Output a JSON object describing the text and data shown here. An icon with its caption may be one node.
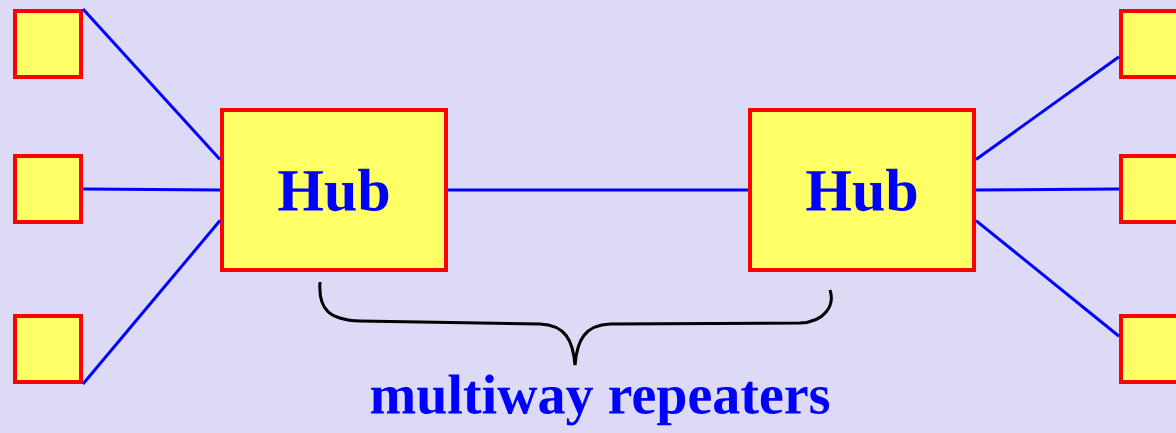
{
  "diagram": {
    "nodes": [
      {
        "text": [],
        "shape": "box"
      },
      {
        "text": [],
        "shape": "box"
      },
      {
        "text": [],
        "shape": "box"
      },
      {
        "text": [
          "Hub"
        ]
      },
      {
        "text": [
          "Hub"
        ]
      },
      {
        "text": [],
        "shape": "box"
      },
      {
        "text": [],
        "shape": "box"
      },
      {
        "text": [],
        "shape": "box"
      }
    ],
    "edges": [
      {
        "from": 0,
        "to": 3,
        "arrow": "none"
      },
      {
        "from": 1,
        "to": 3,
        "arrow": "none"
      },
      {
        "from": 2,
        "to": 3,
        "arrow": "none"
      },
      {
        "from": 3,
        "to": 4,
        "arrow": "none"
      },
      {
        "from": 4,
        "to": 5,
        "arrow": "none"
      },
      {
        "from": 4,
        "to": 6,
        "arrow": "none"
      },
      {
        "from": 4,
        "to": 7,
        "arrow": "none"
      }
    ],
    "labels": [
      "multiway repeaters"
    ]
  }
}
